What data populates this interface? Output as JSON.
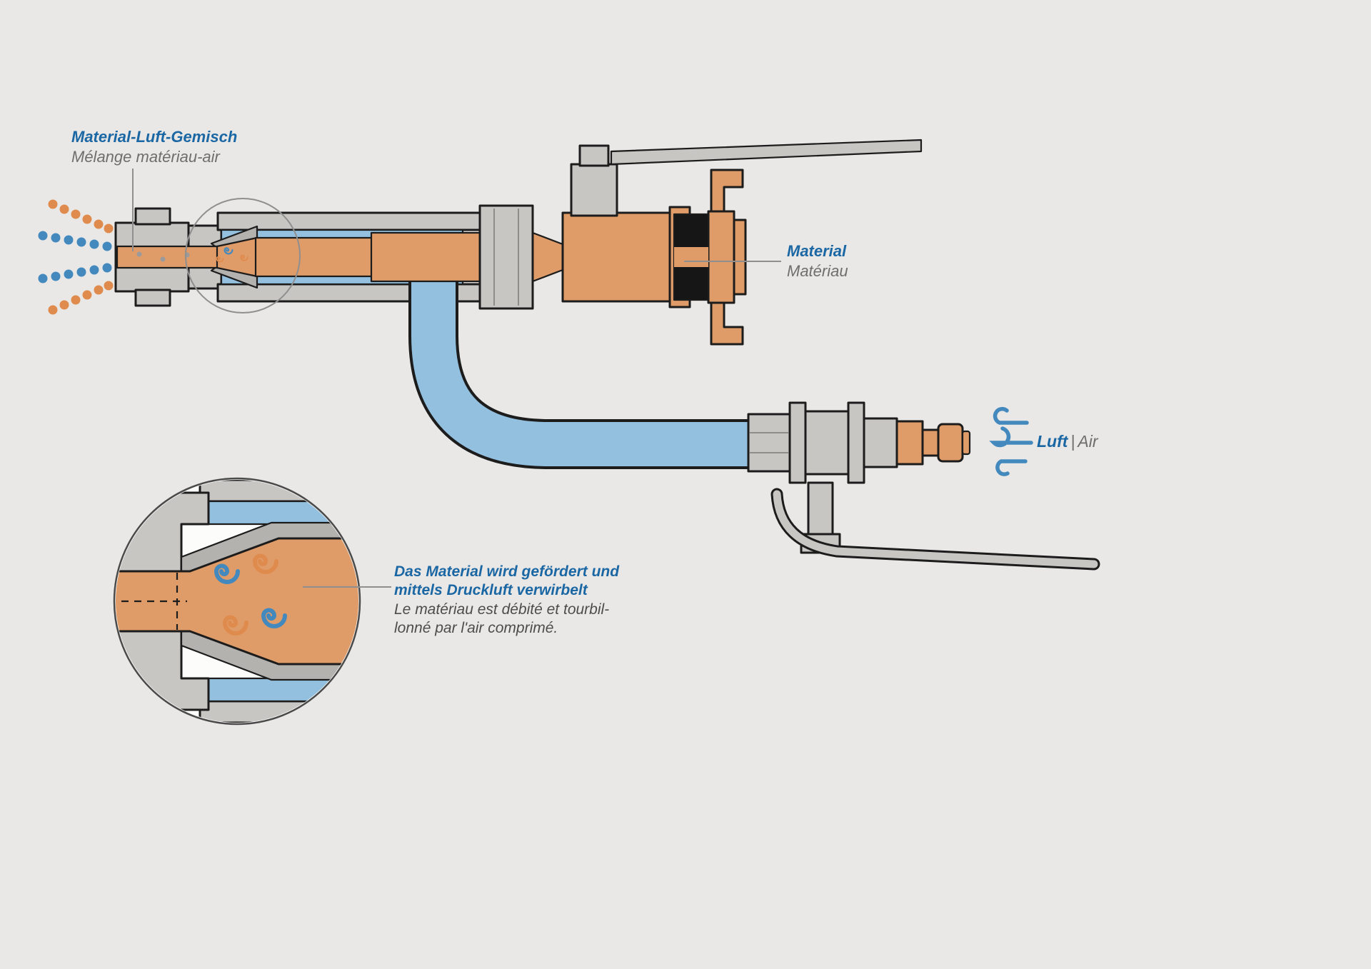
{
  "colors": {
    "bg": "#e9e8e6",
    "gray": "#c7c6c3",
    "gray_dark": "#b3b2af",
    "orange": "#df9c68",
    "orange_strong": "#e08b4e",
    "blue": "#94c0df",
    "blue_strong": "#4389bd",
    "seal": "#161616",
    "outline": "#1c1c1c",
    "label_blue": "#1b67a4",
    "label_gray": "#6e6e6e",
    "text_dark": "#4c4c4c"
  },
  "labels": {
    "mixture_de": "Material-Luft-Gemisch",
    "mixture_fr": "Mélange matériau-air",
    "material_de": "Material",
    "material_fr": "Matériau",
    "air_de": "Luft",
    "air_sep": "|",
    "air_fr": "Air",
    "desc_de_1": "Das Material wird gefördert und",
    "desc_de_2": "mittels Druckluft verwirbelt",
    "desc_fr_1": "Le matériau est débité et tourbil-",
    "desc_fr_2": "lonné par l'air comprimé."
  },
  "icons": {
    "wind": "wind-icon",
    "swirl": "swirl-icon"
  }
}
